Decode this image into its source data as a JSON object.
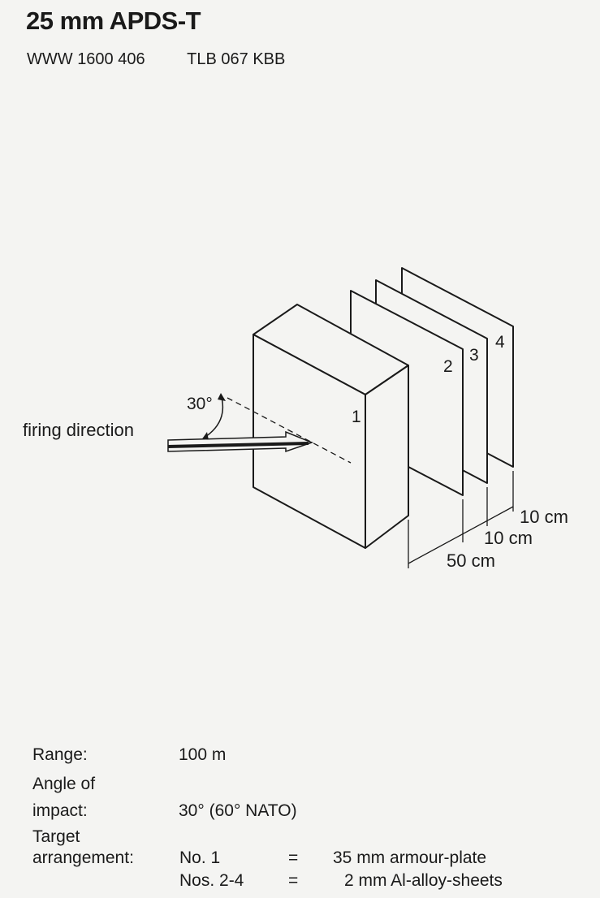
{
  "title": "25 mm APDS-T",
  "subtitle": {
    "part1": "WWW 1600 406",
    "part2": "TLB   067 KBB"
  },
  "diagram": {
    "angle_label": "30°",
    "firing_label": "firing direction",
    "plate_labels": [
      "1",
      "2",
      "3",
      "4"
    ],
    "dim_labels": [
      "10 cm",
      "10 cm",
      "50 cm"
    ]
  },
  "specs": {
    "range_label": "Range:",
    "range_value": "100 m",
    "angle_label_line1": "Angle of",
    "angle_label_line2": "impact:",
    "angle_value": "30° (60° NATO)",
    "target_label_line1": "Target",
    "target_label_line2": "arrangement:",
    "rows": [
      {
        "no": "No.  1",
        "eq": "=",
        "desc": "35 mm armour-plate"
      },
      {
        "no": "Nos. 2-4",
        "eq": "=",
        "desc": "2 mm Al-alloy-sheets"
      }
    ]
  }
}
